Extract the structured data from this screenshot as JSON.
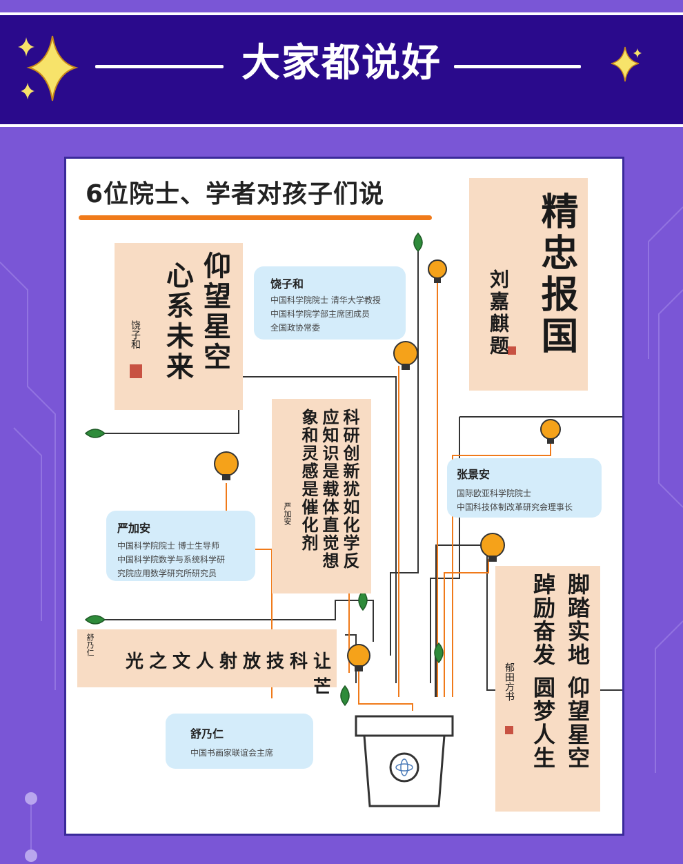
{
  "banner": {
    "title": "大家都说好"
  },
  "card": {
    "title": "6位院士、学者对孩子们说",
    "scrolls": [
      {
        "text_cols": [
          "仰望星空",
          "心系未来"
        ],
        "signature": "饶子和"
      },
      {
        "text_cols": [
          "精忠报国"
        ],
        "signature": "刘嘉麒题"
      },
      {
        "text_cols": [
          "科研创新犹如化学反",
          "应知识是载体直觉想",
          "象和灵感是催化剂"
        ],
        "signature": "严加安"
      },
      {
        "text_cols": [
          "脚踏实地 仰望星空",
          "踔励奋发 圆梦人生"
        ],
        "signature": "郁田方书"
      },
      {
        "text": "让科技放射人文之光芒",
        "signature": "舒乃仁"
      }
    ],
    "people": [
      {
        "name": "饶子和",
        "lines": [
          "中国科学院院士 清华大学教授",
          "中国科学院学部主席团成员",
          "全国政协常委"
        ]
      },
      {
        "name": "严加安",
        "lines": [
          "中国科学院院士 博士生导师",
          "中国科学院数学与系统科学研",
          "究院应用数学研究所研究员"
        ]
      },
      {
        "name": "张景安",
        "lines": [
          "国际欧亚科学院院士",
          "中国科技体制改革研究会理事长"
        ]
      },
      {
        "name": "舒乃仁",
        "lines": [
          "中国书画家联谊会主席"
        ]
      }
    ]
  },
  "colors": {
    "background": "#7a56d6",
    "banner": "#2a0a8c",
    "accent": "#f07a1a",
    "bubble": "#d4ecfa",
    "scroll": "#f8dcc4",
    "leaf": "#2e8b3a",
    "bulb": "#f5a21a"
  }
}
